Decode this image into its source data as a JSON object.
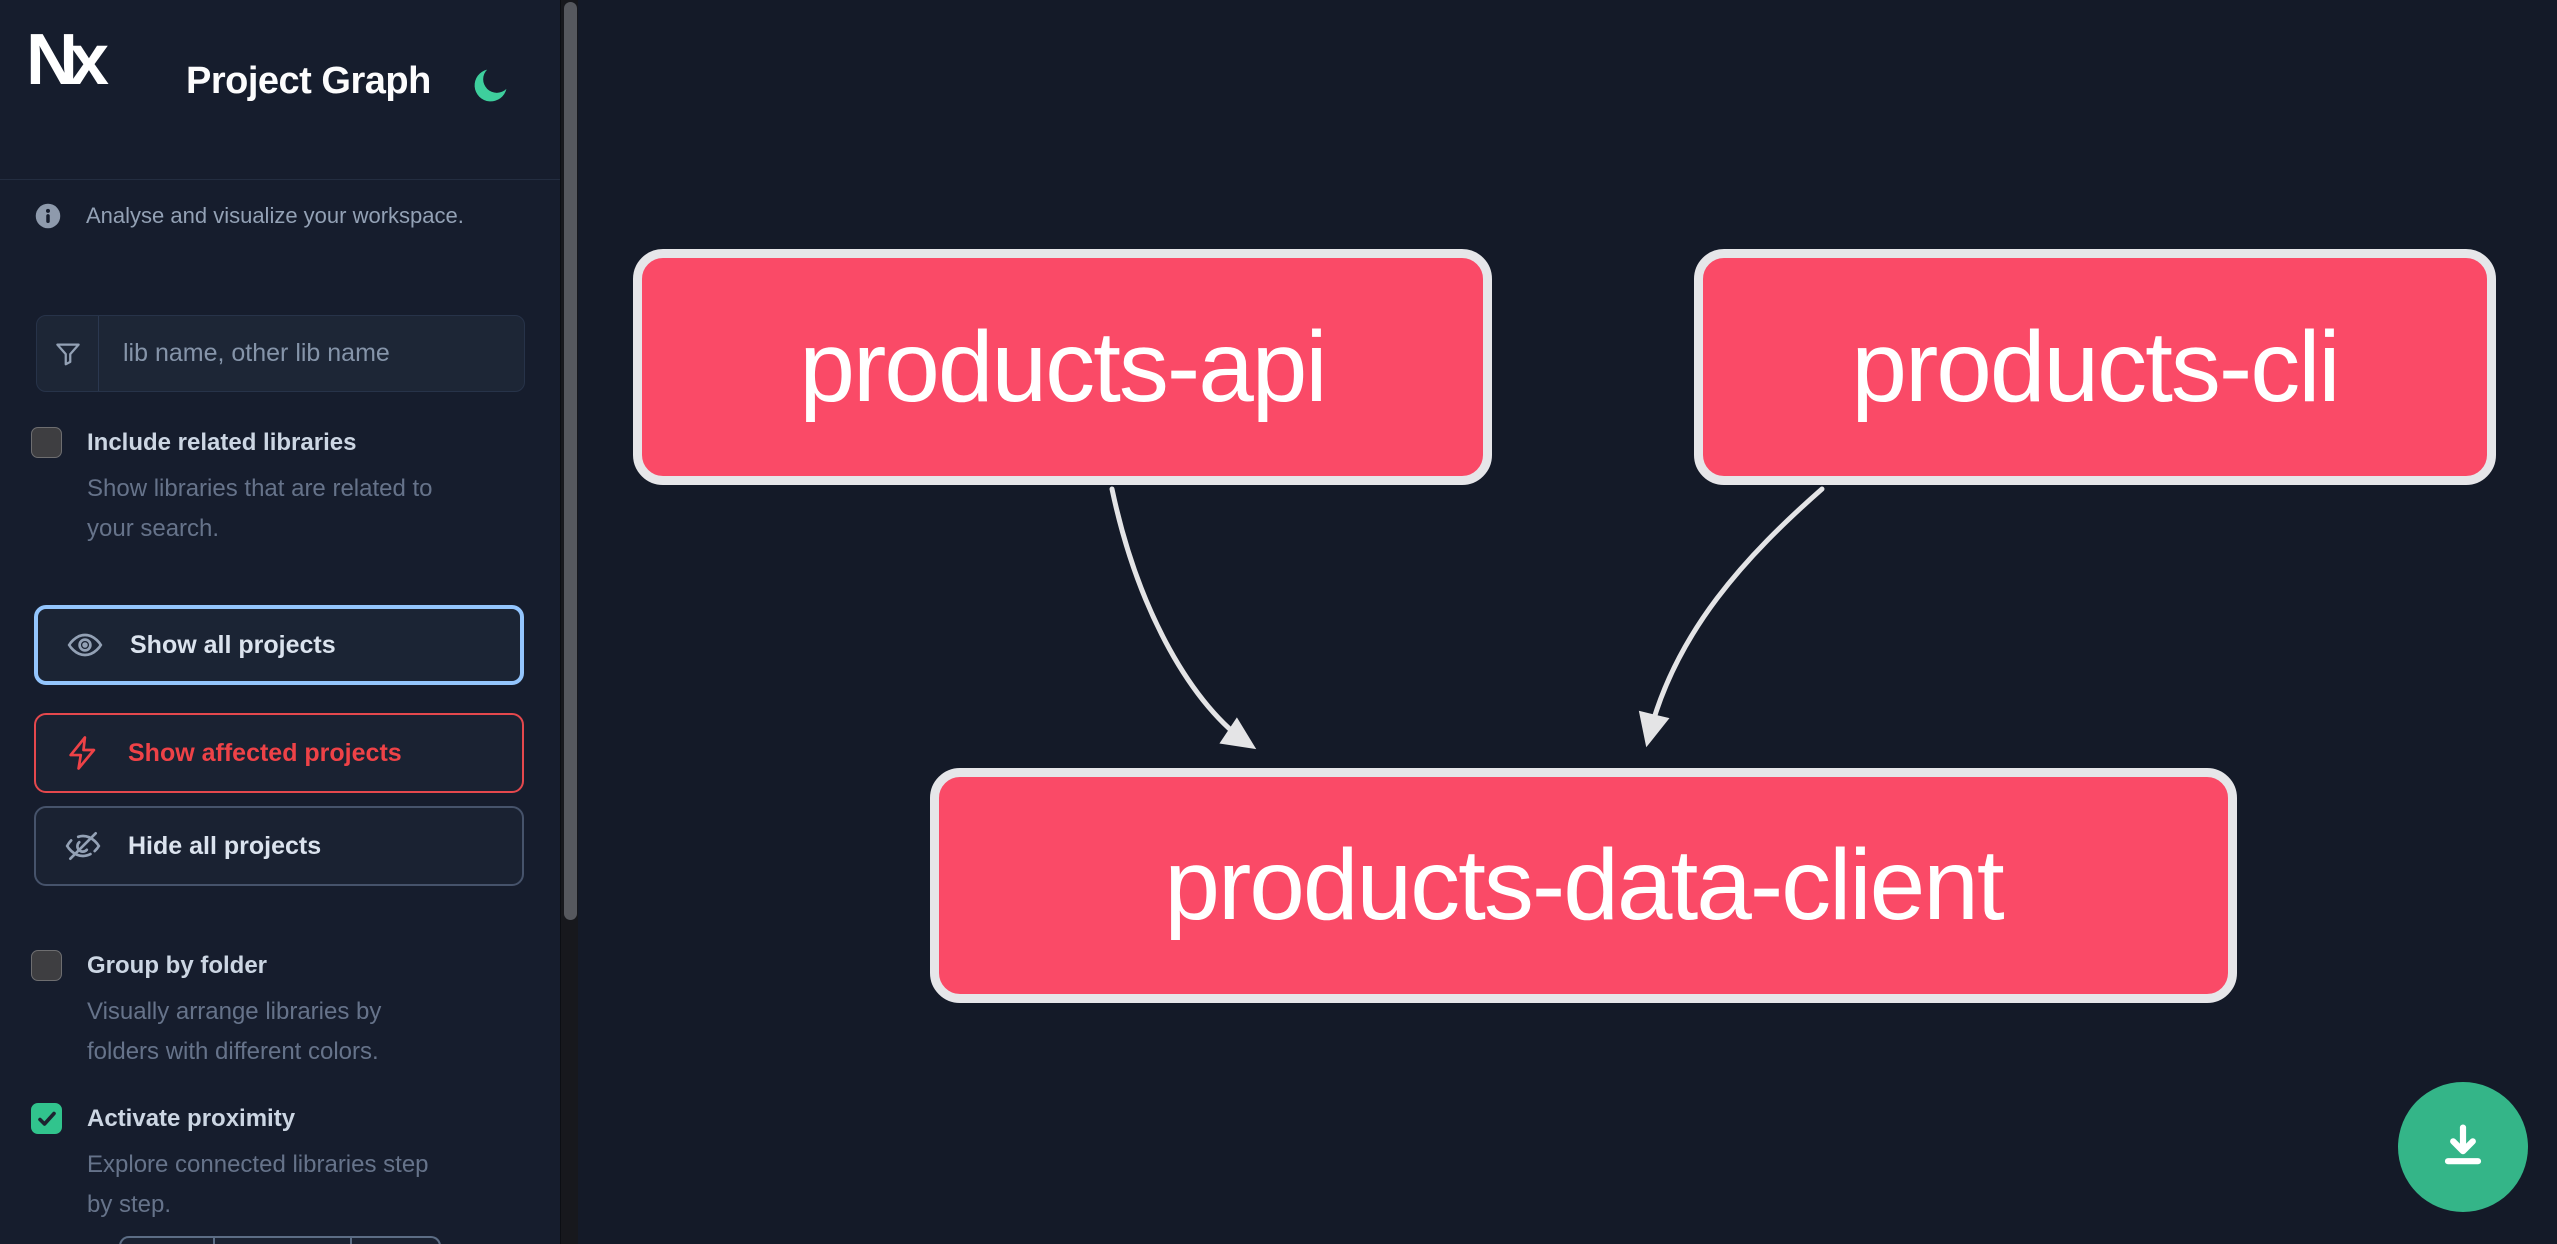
{
  "header": {
    "logo_text": "Nx",
    "title": "Project Graph",
    "theme_toggle_icon": "moon-icon"
  },
  "sidebar": {
    "tagline": "Analyse and visualize your workspace.",
    "search": {
      "placeholder": "lib name, other lib name",
      "value": "",
      "icon": "funnel-icon"
    },
    "checkboxes": [
      {
        "label": "Include related libraries",
        "description_lines": [
          "Show libraries that are related to",
          "your search."
        ],
        "checked": false
      },
      {
        "label": "Group by folder",
        "description_lines": [
          "Visually arrange libraries by",
          "folders with different colors."
        ],
        "checked": false
      },
      {
        "label": "Activate proximity",
        "description_lines": [
          "Explore connected libraries step",
          "by step."
        ],
        "checked": true
      }
    ],
    "buttons": [
      {
        "label": "Show all projects",
        "icon": "eye-icon",
        "state": "focused"
      },
      {
        "label": "Show affected projects",
        "icon": "bolt-icon",
        "state": "affected"
      },
      {
        "label": "Hide all projects",
        "icon": "eye-off-icon",
        "state": "default"
      }
    ]
  },
  "graph": {
    "nodes": [
      {
        "label": "products-api"
      },
      {
        "label": "products-cli"
      },
      {
        "label": "products-data-client"
      }
    ],
    "edges": [
      {
        "from": "products-api",
        "to": "products-data-client"
      },
      {
        "from": "products-cli",
        "to": "products-data-client"
      }
    ]
  },
  "fab": {
    "icon": "download-icon"
  },
  "colors": {
    "node_fill": "#fa4a67",
    "node_border": "#e6e6e9",
    "edge": "#e4e4e6",
    "fab_green": "#34b588",
    "moon_green": "#3ecf9d",
    "focus_blue": "#93c5fd",
    "affected_red": "#e5484d",
    "checkbox_checked_green": "#31c48d",
    "sidebar_bg": "#161d2d",
    "canvas_bg": "#141a28"
  }
}
